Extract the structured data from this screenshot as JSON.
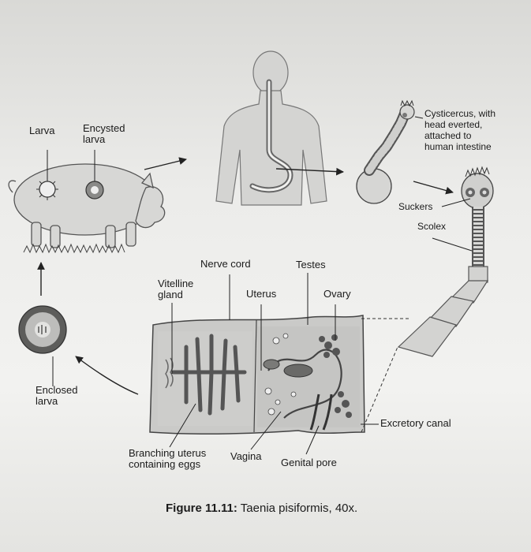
{
  "labels": {
    "larva": "Larva",
    "encysted_larva": "Encysted\nlarva",
    "cysticercus": "Cysticercus, with\nhead everted,\nattached to\nhuman intestine",
    "suckers": "Suckers",
    "scolex": "Scolex",
    "nerve_cord": "Nerve cord",
    "testes": "Testes",
    "vitelline_gland": "Vitelline\ngland",
    "uterus": "Uterus",
    "ovary": "Ovary",
    "enclosed_larva": "Enclosed\nlarva",
    "excretory_canal": "Excretory canal",
    "branching_uterus": "Branching uterus\ncontaining eggs",
    "vagina": "Vagina",
    "genital_pore": "Genital pore"
  },
  "caption": {
    "number": "Figure 11.11:",
    "text": " Taenia pisiformis, 40x."
  }
}
